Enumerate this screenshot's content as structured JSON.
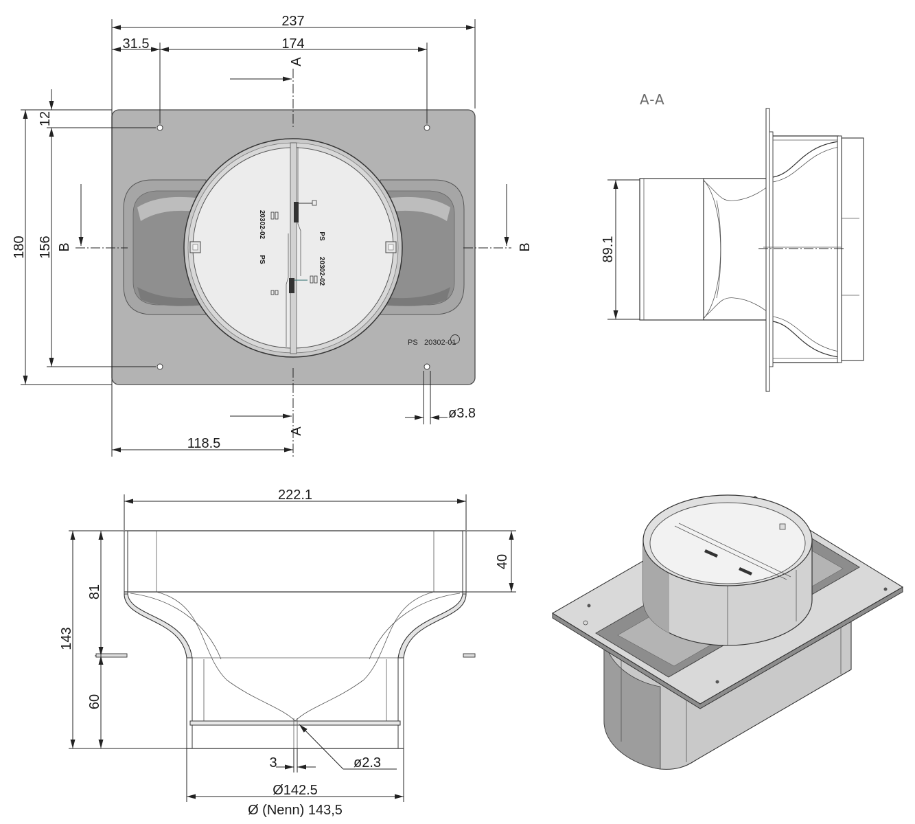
{
  "drawing": {
    "top_view": {
      "overall_width": "237",
      "hole_offset_x": "31.5",
      "hole_spacing_x": "174",
      "hole_offset_y": "12",
      "overall_height": "180",
      "hole_spacing_y": "156",
      "edge_to_centerline": "118.5",
      "hole_diameter": "ø3.8",
      "section_a_top": "A",
      "section_a_bottom": "A",
      "section_b_left": "B",
      "section_b_right": "B",
      "labels": {
        "disc_left_code": "20302-02",
        "disc_right_maker": "PS",
        "disc_left_maker": "PS",
        "disc_right_code": "20302-02",
        "plate_maker": "PS",
        "plate_code": "20302-01"
      }
    },
    "section_a_a": {
      "title": "A-A",
      "spigot_diameter": "89.1"
    },
    "front_section": {
      "top_width": "222.1",
      "collar_height": "40",
      "upper_height": "81",
      "total_height": "143",
      "lower_height": "60",
      "pin_slot": "3",
      "pin_diameter": "ø2.3",
      "outer_diameter": "Ø142.5",
      "nominal_diameter": "Ø (Nenn) 143,5"
    }
  },
  "colors": {
    "plate": "#b3b3b3",
    "disc": "#ececec",
    "line": "#222222"
  }
}
